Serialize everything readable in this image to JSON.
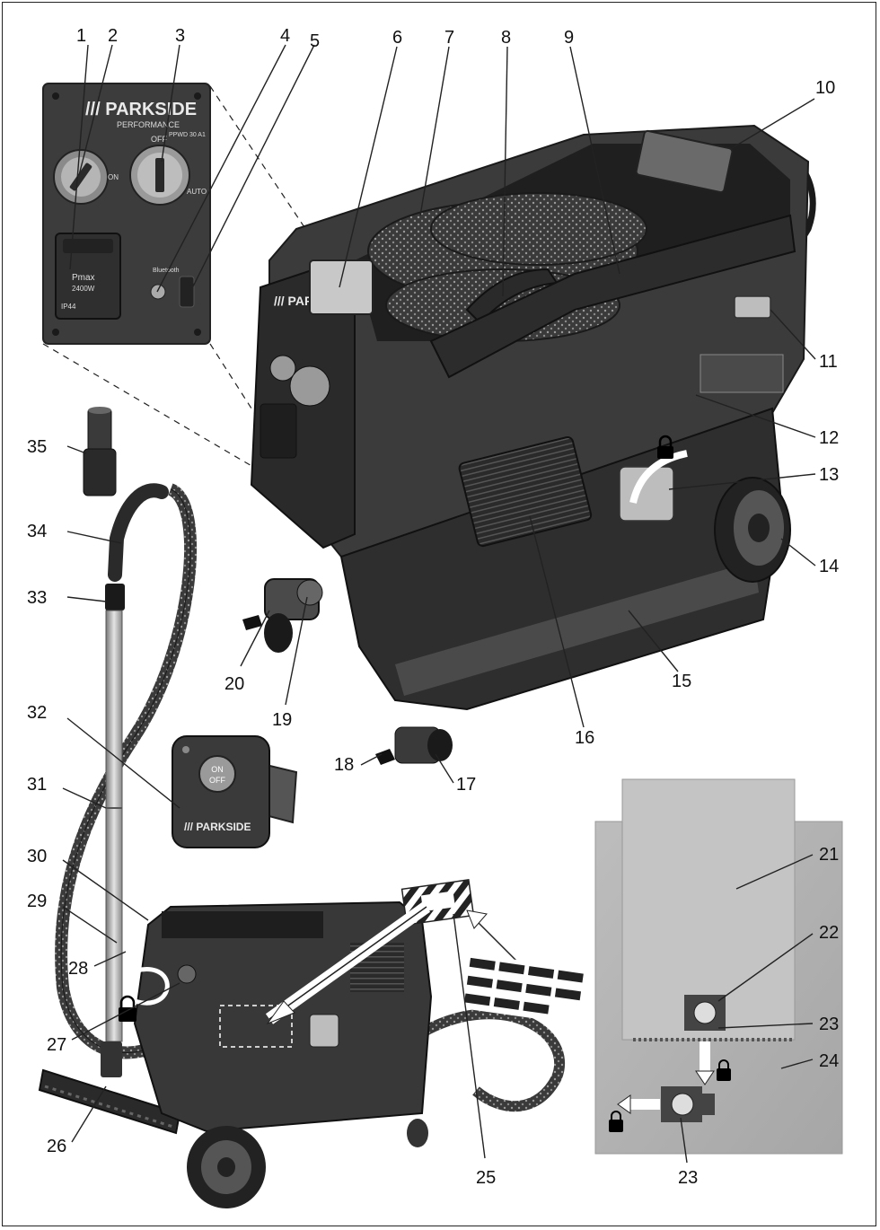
{
  "panel": {
    "brand": "/// PARKSIDE",
    "sub": "PERFORMANCE",
    "model": "PPWD 30 A1",
    "pmax": "Pmax",
    "pmax_value": "2400W",
    "knob_off": "OFF",
    "knob_on": "ON",
    "knob_auto": "AUTO",
    "bluetooth": "Bluetooth",
    "ip": "IP44"
  },
  "remote": {
    "button_line1": "ON",
    "button_line2": "OFF",
    "brand": "/// PARKSIDE"
  },
  "vacuum_brand": "/// PARKSIDE",
  "callouts": {
    "c1": "1",
    "c2": "2",
    "c3": "3",
    "c4": "4",
    "c5": "5",
    "c6": "6",
    "c7": "7",
    "c8": "8",
    "c9": "9",
    "c10": "10",
    "c11": "11",
    "c12": "12",
    "c13": "13",
    "c14": "14",
    "c15": "15",
    "c16": "16",
    "c17": "17",
    "c18": "18",
    "c19": "19",
    "c20": "20",
    "c21": "21",
    "c22": "22",
    "c23a": "23",
    "c23b": "23",
    "c24": "24",
    "c25": "25",
    "c26": "26",
    "c27": "27",
    "c28": "28",
    "c29": "29",
    "c30": "30",
    "c31": "31",
    "c32": "32",
    "c33": "33",
    "c34": "34",
    "c35": "35"
  }
}
